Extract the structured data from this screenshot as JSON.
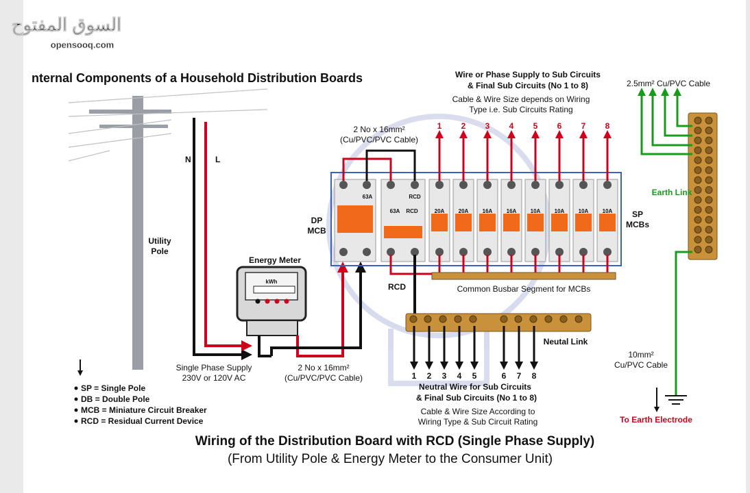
{
  "watermark": {
    "arabic": "السوق المفتوح",
    "latin": "opensooq.com"
  },
  "header_title": "nternal Components of a Household Distribution Boards",
  "annotations": {
    "phase_supply": [
      "Wire or Phase Supply to Sub Circuits",
      "& Final Sub Circuits (No 1 to 8)"
    ],
    "phase_size": [
      "Cable & Wire Size depends on Wiring",
      "Type i.e. Sub Circuits Rating"
    ],
    "cable_top": "2.5mm² Cu/PVC Cable",
    "cable_2x16_top": [
      "2 No x 16mm²",
      "(Cu/PVC/PVC Cable)"
    ],
    "n_label": "N",
    "l_label": "L",
    "utility_pole": [
      "Utility",
      "Pole"
    ],
    "energy_meter": "Energy Meter",
    "kwh": "kWh",
    "dp_mcb": [
      "DP",
      "MCB"
    ],
    "sp_mcbs": [
      "SP",
      "MCBs"
    ],
    "rcd": "RCD",
    "busbar": "Common Busbar Segment for MCBs",
    "earth_link": "Earth Link",
    "neutral_link": "Neutal Link",
    "supply": [
      "Single Phase Supply",
      "230V or 120V AC"
    ],
    "cable_2x16_bottom": [
      "2 No x 16mm²",
      "(Cu/PVC/PVC Cable)"
    ],
    "cable_10mm": [
      "10mm²",
      "Cu/PVC Cable"
    ],
    "earth_electrode": "To Earth Electrode",
    "neutral_wire": [
      "Neutral Wire for Sub Circuits",
      "& Final Sub Circuits (No 1 to 8)"
    ],
    "neutral_size": [
      "Cable & Wire Size According to",
      "Wiring Type & Sub Circuit Rating"
    ]
  },
  "breakers": {
    "dp_rating": "63A",
    "rcd_ratings": [
      "63A",
      "RCD"
    ],
    "rcd_brand": "RCD",
    "mcb_ratings": [
      "20A",
      "20A",
      "16A",
      "16A",
      "10A",
      "10A",
      "10A",
      "10A"
    ],
    "circuit_numbers": [
      "1",
      "2",
      "3",
      "4",
      "5",
      "6",
      "7",
      "8"
    ],
    "neutral_numbers": [
      "1",
      "2",
      "3",
      "4",
      "5",
      "6",
      "7",
      "8"
    ]
  },
  "legend": [
    "SP = Single Pole",
    "DB = Double Pole",
    "MCB = Miniature Circuit Breaker",
    "RCD = Residual Current Device"
  ],
  "title": "Wiring of the Distribution Board with RCD (Single Phase Supply)",
  "subtitle": "(From Utility Pole & Energy Meter to the Consumer Unit)",
  "colors": {
    "phase": "#d0021b",
    "neutral": "#111111",
    "earth": "#1a9a1a",
    "busbar": "#c8913a",
    "header_red": "#8b0000"
  }
}
